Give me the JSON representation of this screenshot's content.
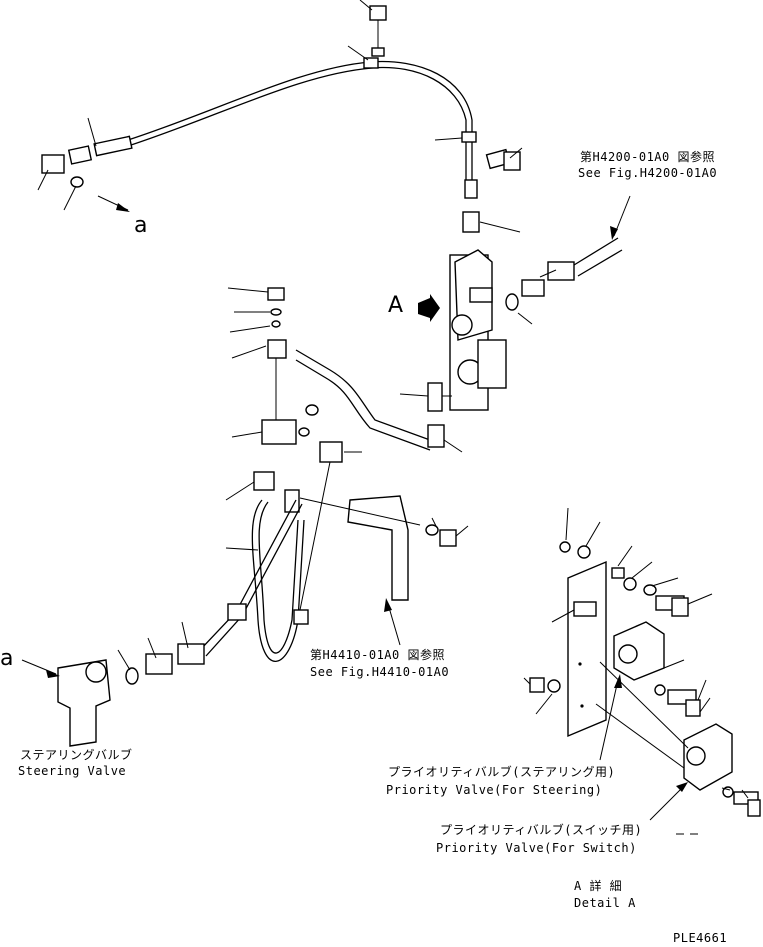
{
  "references": {
    "ref_top_jp": "第H4200-01A0 図参照",
    "ref_top_en": "See Fig.H4200-01A0",
    "ref_mid_jp": "第H4410-01A0 図参照",
    "ref_mid_en": "See Fig.H4410-01A0"
  },
  "letters": {
    "a_upper": "a",
    "a_lower": "a",
    "view_A": "A"
  },
  "components": {
    "steering_valve_jp": "ステアリングバルブ",
    "steering_valve_en": "Steering Valve",
    "priority_steering_jp": "プライオリティバルブ(ステアリング用)",
    "priority_steering_en": "Priority Valve(For Steering)",
    "priority_switch_jp": "プライオリティバルブ(スイッチ用)",
    "priority_switch_en": "Priority Valve(For Switch)"
  },
  "detail": {
    "title_jp": "A 詳 細",
    "title_en": "Detail A"
  },
  "drawing_code": "PLE4661"
}
